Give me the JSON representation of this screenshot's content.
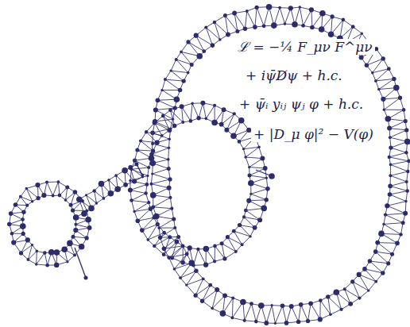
{
  "diagram": {
    "labels": [
      "ℒ = −¼ F_μν F^μν",
      "+ iψ̄D̸ψ + h.c.",
      "+ ψ̄ᵢ yᵢⱼ ψⱼ φ + h.c.",
      "+ |D_μ φ|² − V(φ)"
    ]
  }
}
